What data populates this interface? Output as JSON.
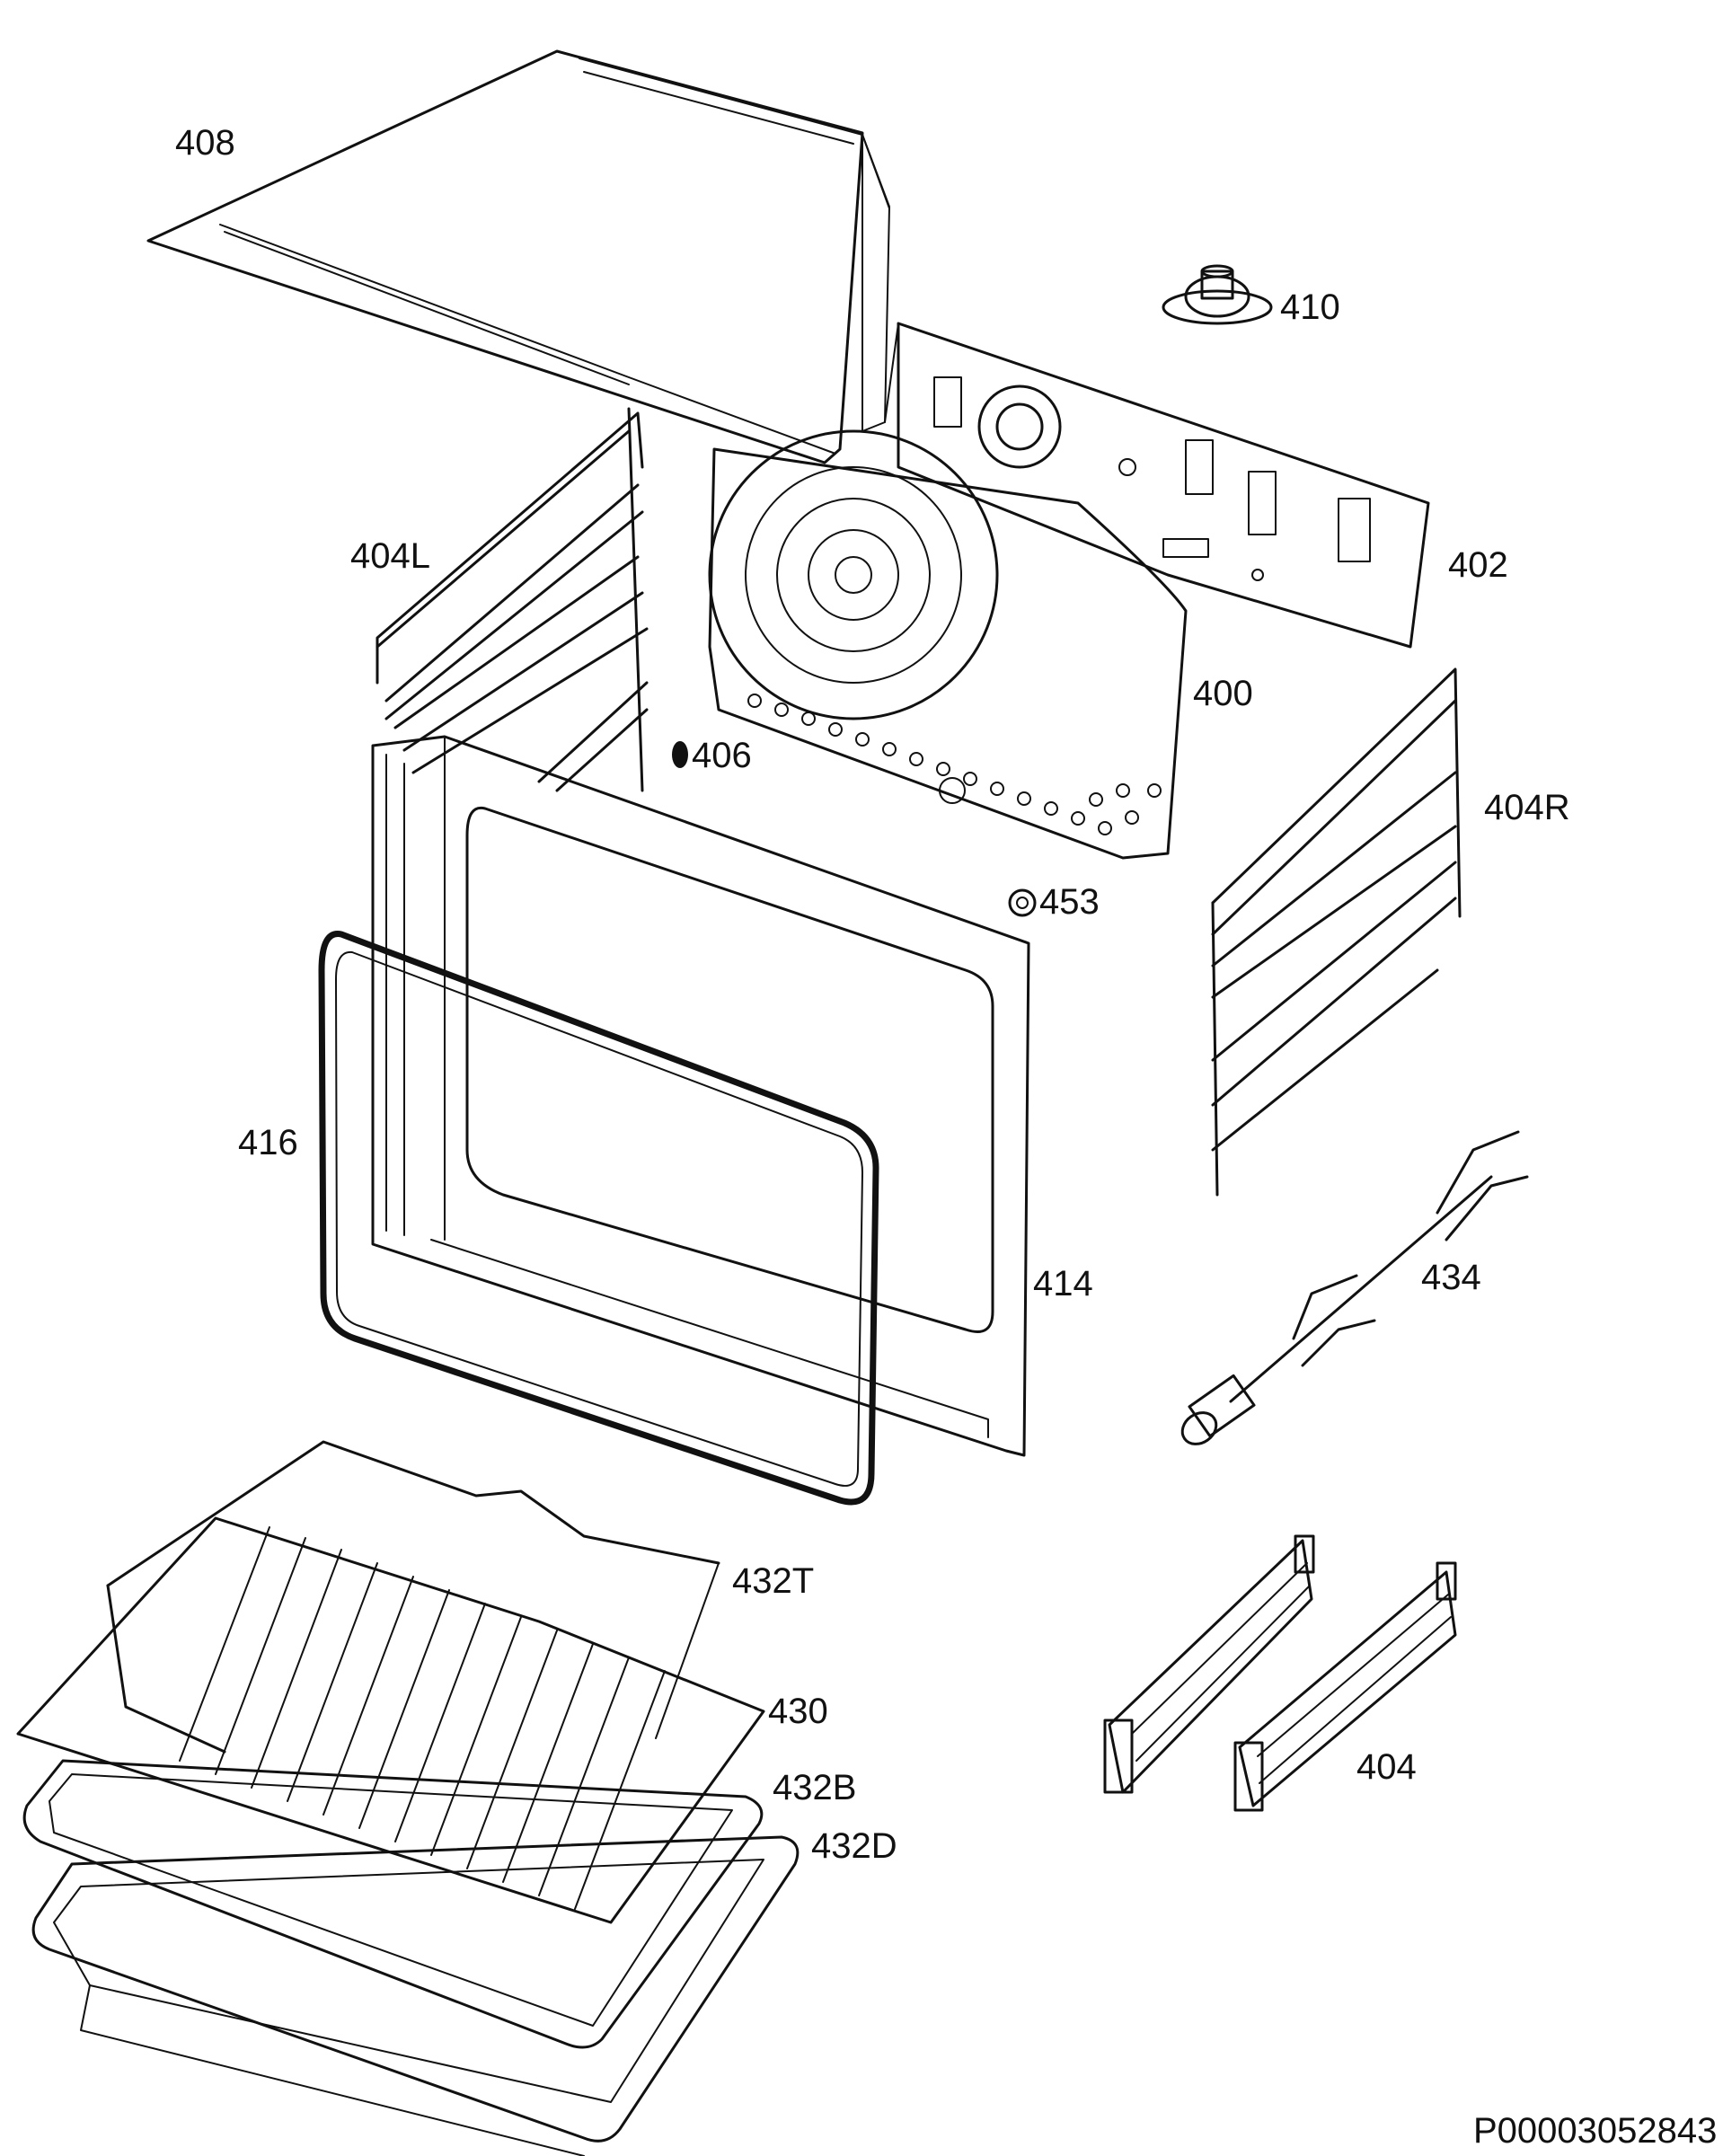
{
  "labels": {
    "p408": "408",
    "p410": "410",
    "p404L": "404L",
    "p402": "402",
    "p400": "400",
    "p406": "406",
    "p404R": "404R",
    "p453": "453",
    "p416": "416",
    "p414": "414",
    "p434": "434",
    "p432T": "432T",
    "p430": "430",
    "p432B": "432B",
    "p432D": "432D",
    "p404": "404"
  },
  "diagram_code": "P00003052843"
}
